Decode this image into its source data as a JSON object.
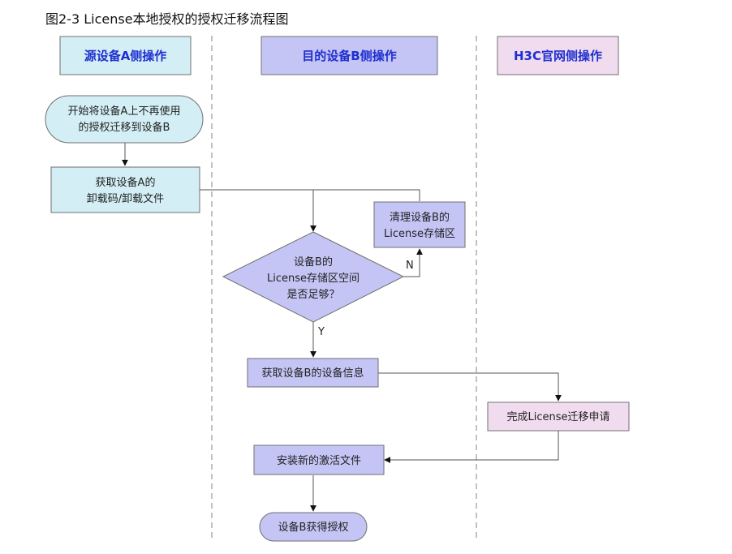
{
  "title": "图2-3 License本地授权的授权迁移流程图",
  "colors": {
    "lane_a": "#d3eff5",
    "lane_b": "#c4c5f5",
    "lane_h3c": "#f1dcef",
    "header_text": "#1f2fd0"
  },
  "lanes": [
    {
      "id": "a",
      "header": "源设备A侧操作"
    },
    {
      "id": "b",
      "header": "目的设备B侧操作"
    },
    {
      "id": "h3c",
      "header": "H3C官网侧操作"
    }
  ],
  "nodes": {
    "start": {
      "lines": [
        "开始将设备A上不再使用",
        "的授权迁移到设备B"
      ],
      "shape": "terminator",
      "lane": "a"
    },
    "get_uninstall": {
      "lines": [
        "获取设备A的",
        "卸载码/卸载文件"
      ],
      "shape": "process",
      "lane": "a"
    },
    "clean_storage": {
      "lines": [
        "清理设备B的",
        "License存储区"
      ],
      "shape": "process",
      "lane": "b"
    },
    "check_space": {
      "lines": [
        "设备B的",
        "License存储区空间",
        "是否足够？"
      ],
      "shape": "decision",
      "lane": "b"
    },
    "get_device_info": {
      "lines": [
        "获取设备B的设备信息"
      ],
      "shape": "process",
      "lane": "b"
    },
    "complete_apply": {
      "lines": [
        "完成License迁移申请"
      ],
      "shape": "process",
      "lane": "h3c"
    },
    "install_activation": {
      "lines": [
        "安装新的激活文件"
      ],
      "shape": "process",
      "lane": "b"
    },
    "end": {
      "lines": [
        "设备B获得授权"
      ],
      "shape": "terminator",
      "lane": "b"
    }
  },
  "edges": [
    {
      "from": "start",
      "to": "get_uninstall",
      "label": ""
    },
    {
      "from": "get_uninstall",
      "to": "check_space",
      "label": ""
    },
    {
      "from": "check_space",
      "to": "clean_storage",
      "label": "N"
    },
    {
      "from": "clean_storage",
      "to": "check_space",
      "label": ""
    },
    {
      "from": "check_space",
      "to": "get_device_info",
      "label": "Y"
    },
    {
      "from": "get_device_info",
      "to": "complete_apply",
      "label": ""
    },
    {
      "from": "complete_apply",
      "to": "install_activation",
      "label": ""
    },
    {
      "from": "install_activation",
      "to": "end",
      "label": ""
    }
  ]
}
